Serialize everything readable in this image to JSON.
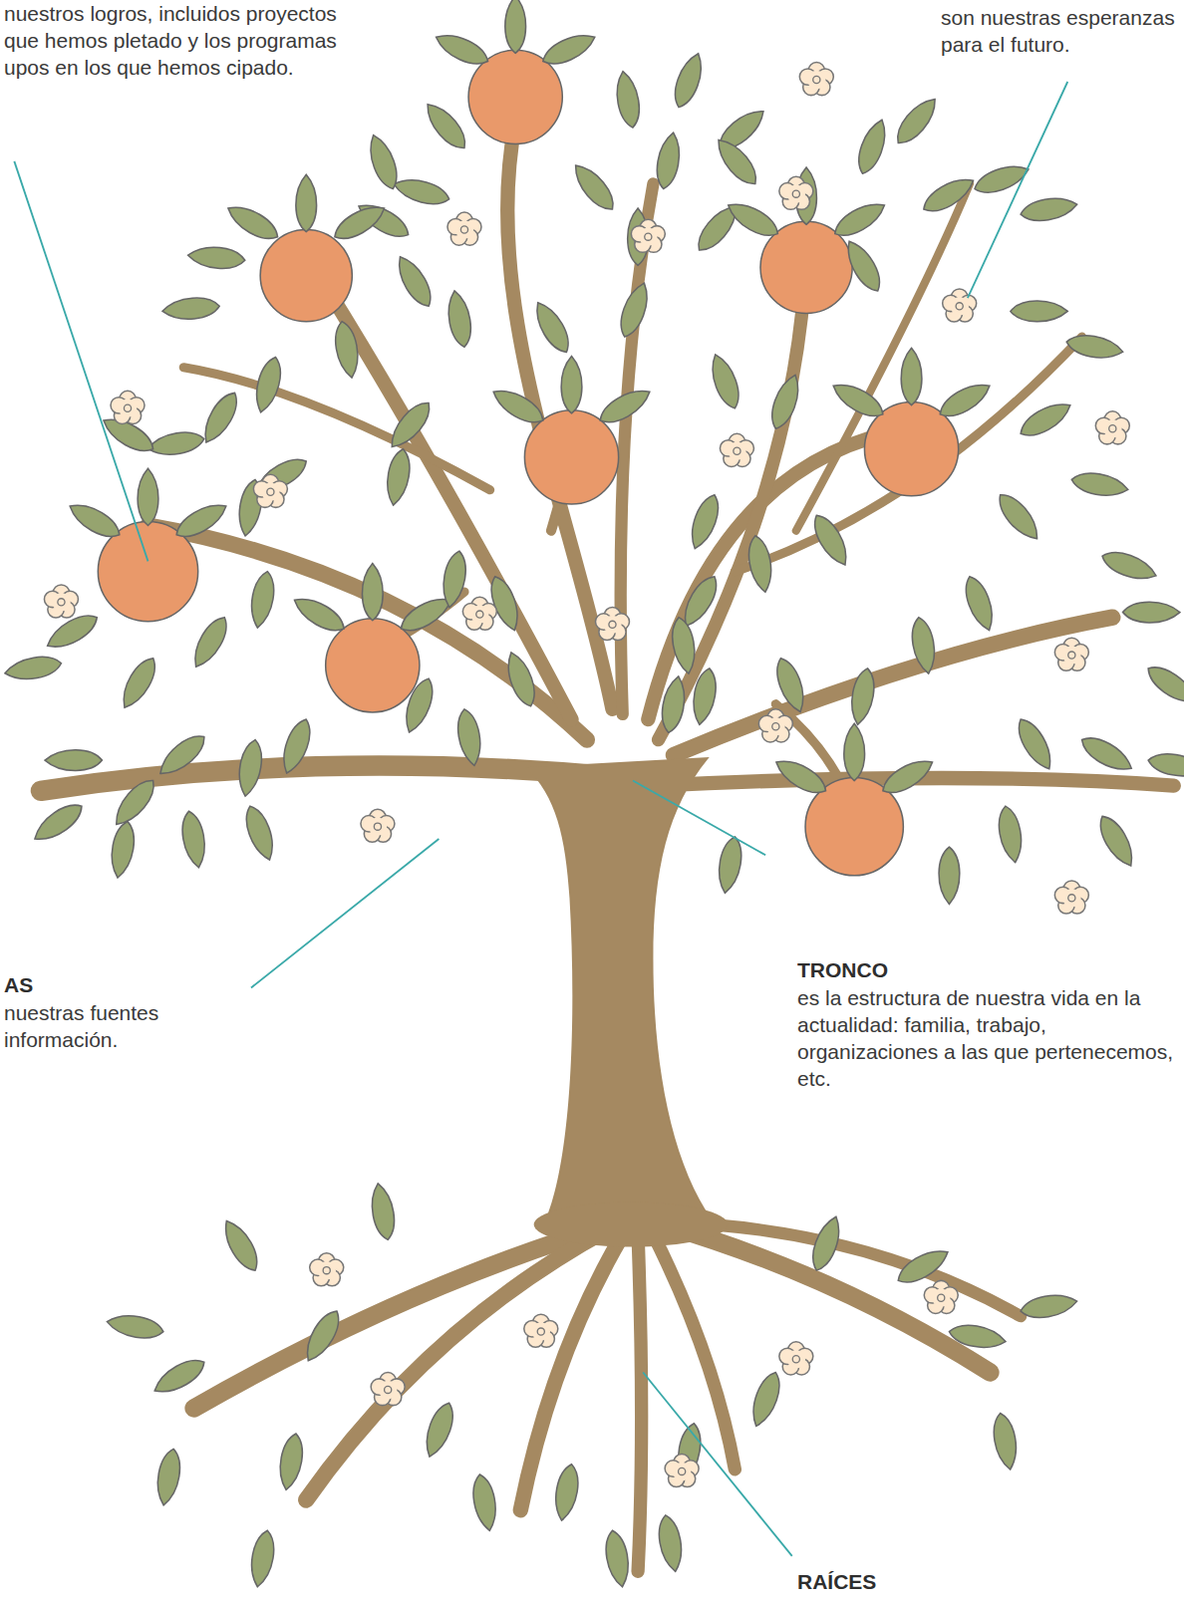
{
  "diagram": {
    "labels": [
      "nuestros logros, incluidos proyectos que hemos pletado y los programas upos en los que hemos cipado.",
      "son nuestras esperanzas para el futuro.",
      "AS",
      "nuestras fuentes información.",
      "TRONCO",
      "es la estructura de nuestra vida en la actualidad: familia, trabajo, organizaciones a las que pertenecemos, etc.",
      "RAÍCES"
    ]
  }
}
